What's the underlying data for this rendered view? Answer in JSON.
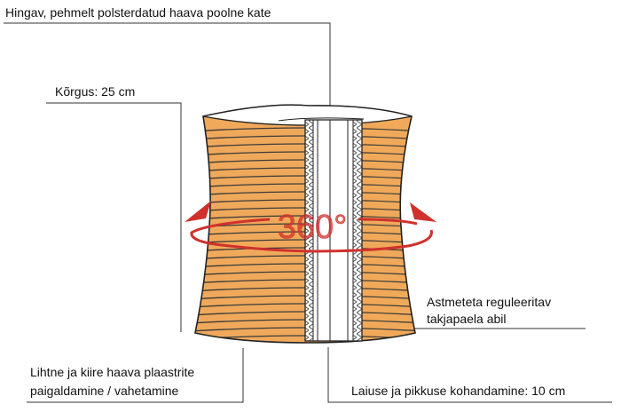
{
  "labels": {
    "top": "Hingav, pehmelt polsterdatud haava poolne kate",
    "height": "Kõrgus: 25 cm",
    "adjust_line1": "Astmeteta reguleeritav",
    "adjust_line2": "takjapaela abil",
    "plaster_line1": "Lihtne ja kiire haava plaastrite",
    "plaster_line2": "paigaldamine / vahetamine",
    "size": "Laiuse ja pikkuse kohandamine: 10 cm"
  },
  "rotation": {
    "text": "360°",
    "color": "#d0312d"
  },
  "colors": {
    "band_fill": "#f0a95a",
    "band_stripe": "#3a3a3a",
    "closure_fill": "#ffffff",
    "outline": "#222222",
    "leader_line": "#333333"
  }
}
